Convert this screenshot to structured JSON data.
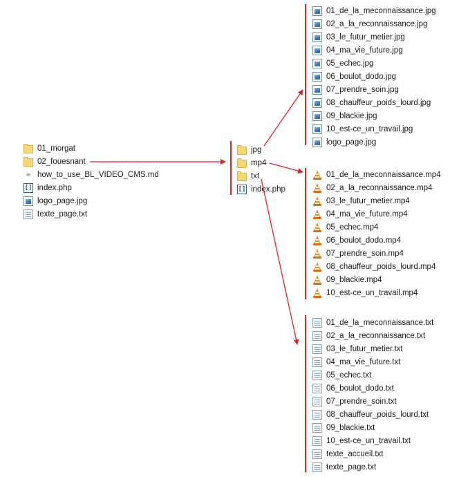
{
  "root_items": [
    {
      "label": "01_morgat",
      "icon": "folder-icon"
    },
    {
      "label": "02_fouesnant",
      "icon": "folder-icon"
    },
    {
      "label": "how_to_use_BL_VIDEO_CMS.md",
      "icon": "md-file-icon"
    },
    {
      "label": "index.php",
      "icon": "php-file-icon"
    },
    {
      "label": "logo_page.jpg",
      "icon": "image-file-icon"
    },
    {
      "label": "texte_page.txt",
      "icon": "text-file-icon"
    }
  ],
  "subfolder_items": [
    {
      "label": "jpg",
      "icon": "folder-icon"
    },
    {
      "label": "mp4",
      "icon": "folder-icon"
    },
    {
      "label": "txt",
      "icon": "folder-icon"
    },
    {
      "label": "index.php",
      "icon": "php-file-icon"
    }
  ],
  "jpg_files": [
    "01_de_la_meconnaissance.jpg",
    "02_a_la_reconnaissance.jpg",
    "03_le_futur_metier.jpg",
    "04_ma_vie_future.jpg",
    "05_echec.jpg",
    "06_boulot_dodo.jpg",
    "07_prendre_soin.jpg",
    "08_chauffeur_poids_lourd.jpg",
    "09_blackie.jpg",
    "10_est-ce_un_travail.jpg",
    "logo_page.jpg"
  ],
  "mp4_files": [
    "01_de_la_meconnaissance.mp4",
    "02_a_la_reconnaissance.mp4",
    "03_le_futur_metier.mp4",
    "04_ma_vie_future.mp4",
    "05_echec.mp4",
    "06_boulot_dodo.mp4",
    "07_prendre_soin.mp4",
    "08_chauffeur_poids_lourd.mp4",
    "09_blackie.mp4",
    "10_est-ce_un_travail.mp4"
  ],
  "txt_files": [
    "01_de_la_meconnaissance.txt",
    "02_a_la_reconnaissance.txt",
    "03_le_futur_metier.txt",
    "04_ma_vie_future.txt",
    "05_echec.txt",
    "06_boulot_dodo.txt",
    "07_prendre_soin.txt",
    "08_chauffeur_poids_lourd.txt",
    "09_blackie.txt",
    "10_est-ce_un_travail.txt",
    "texte_accueil.txt",
    "texte_page.txt"
  ],
  "colors": {
    "arrow": "#e0202a",
    "folder": "#f7d674",
    "vlc": "#f08a1c"
  }
}
